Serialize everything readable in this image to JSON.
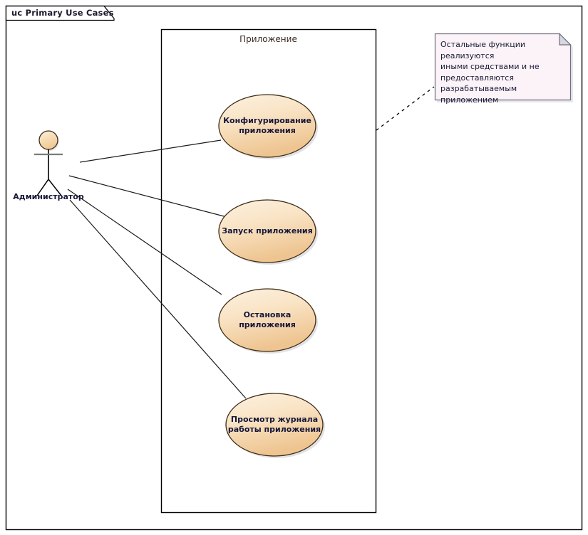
{
  "diagram": {
    "kind": "uml-use-case-diagram",
    "frame_title": "uc Primary Use Cases",
    "language": "ru"
  },
  "frame": {
    "label": "uc Primary Use Cases",
    "border_color": "#000000",
    "background": "#ffffff"
  },
  "system_boundary": {
    "label": "Приложение",
    "border_color": "#000000",
    "fill": "#ffffff"
  },
  "actor": {
    "name": "Администратор",
    "head_fill": "#f8dfb4",
    "stroke": "#000000"
  },
  "use_cases": [
    {
      "id": "uc-configure-application",
      "label": "Конфигурирование приложения",
      "line1": "Конфигурирование",
      "line2": "приложения",
      "fill_from": "#faecd8",
      "fill_to": "#f0c890"
    },
    {
      "id": "uc-start-application",
      "label": "Запуск приложения",
      "line1": "Запуск приложения",
      "line2": "",
      "fill_from": "#faecd8",
      "fill_to": "#f0c890"
    },
    {
      "id": "uc-stop-application",
      "label": "Остановка приложения",
      "line1": "Остановка",
      "line2": "приложения",
      "fill_from": "#faecd8",
      "fill_to": "#f0c890"
    },
    {
      "id": "uc-view-application-log",
      "label": "Просмотр журнала работы приложения",
      "line1": "Просмотр журнала",
      "line2": "работы приложения",
      "fill_from": "#faecd8",
      "fill_to": "#f0c890"
    }
  ],
  "associations": [
    {
      "from": "Администратор",
      "to": "Конфигурирование приложения"
    },
    {
      "from": "Администратор",
      "to": "Запуск приложения"
    },
    {
      "from": "Администратор",
      "to": "Остановка приложения"
    },
    {
      "from": "Администратор",
      "to": "Просмотр журнала работы приложения"
    }
  ],
  "note": {
    "text": "Остальные функции реализуются иными средствами и не предоставляются разрабатываемым приложением",
    "lines": [
      "Остальные функции реализуются",
      "иными средствами и не",
      "предоставляются",
      "разрабатываемым приложением"
    ],
    "fill": "#fbf3f6",
    "border_color": "#7a7a8c",
    "anchor_style": "dashed"
  },
  "colors": {
    "stroke": "#000000",
    "usecase_stroke": "#7a5c34",
    "shadow": "#b9b9c2"
  }
}
